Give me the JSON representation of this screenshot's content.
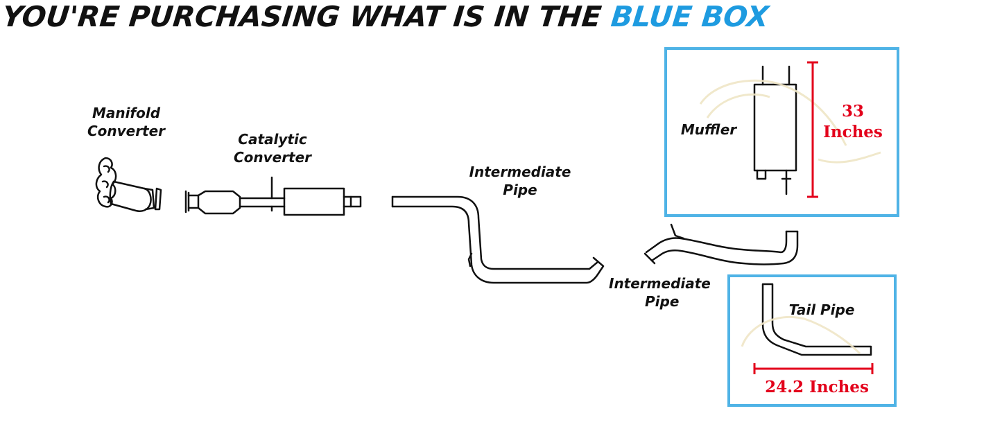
{
  "headline": {
    "part1": "YOU'RE PURCHASING WHAT IS IN THE ",
    "part2": "BLUE BOX"
  },
  "labels": {
    "manifold_line1": "Manifold",
    "manifold_line2": "Converter",
    "catalytic_line1": "Catalytic",
    "catalytic_line2": "Converter",
    "intermediate1_line1": "Intermediate",
    "intermediate1_line2": "Pipe",
    "intermediate2_line1": "Intermediate",
    "intermediate2_line2": "Pipe",
    "muffler": "Muffler",
    "tailpipe": "Tail Pipe"
  },
  "measurements": {
    "muffler_value": "33",
    "muffler_unit": "Inches",
    "tailpipe": "24.2 Inches"
  },
  "colors": {
    "box_border": "#4fb3e6",
    "accent_text": "#1e9be0",
    "measure_red": "#e3001b",
    "line": "#111111"
  }
}
